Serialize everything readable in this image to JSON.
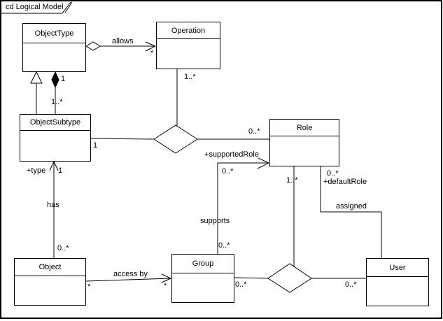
{
  "frame": {
    "title": "cd Logical Model"
  },
  "diagram": {
    "type": "uml-class-diagram",
    "background_color": "#ffffff",
    "line_color": "#000000",
    "text_color": "#000000"
  },
  "classes": {
    "objectType": {
      "name": "ObjectType"
    },
    "operation": {
      "name": "Operation"
    },
    "objectSubtype": {
      "name": "ObjectSubtype"
    },
    "role": {
      "name": "Role"
    },
    "object": {
      "name": "Object"
    },
    "group": {
      "name": "Group"
    },
    "user": {
      "name": "User"
    }
  },
  "labels": {
    "allows_name": "allows",
    "allows_operation_mult": "*",
    "operation_nary_mult": "1..*",
    "composition_parent_mult": "1",
    "composition_child_mult": "1..*",
    "subtype_nary_mult": "1",
    "nary_role_mult": "0..*",
    "type_rolename": "+type",
    "type_mult": "1",
    "has_name": "has",
    "has_object_mult": "0..*",
    "access_by_name": "access by",
    "access_by_object_mult": "*",
    "access_by_group_mult": "*",
    "supports_name": "supports",
    "supports_group_mult": "0..*",
    "supported_rolename": "+supportedRole",
    "supported_role_mult": "0..*",
    "role_nary2_mult": "1..*",
    "default_role_mult": "0..*",
    "default_rolename": "+defaultRole",
    "assigned_name": "assigned",
    "group_nary2_mult": "0..*",
    "user_nary2_mult": "0..*"
  }
}
